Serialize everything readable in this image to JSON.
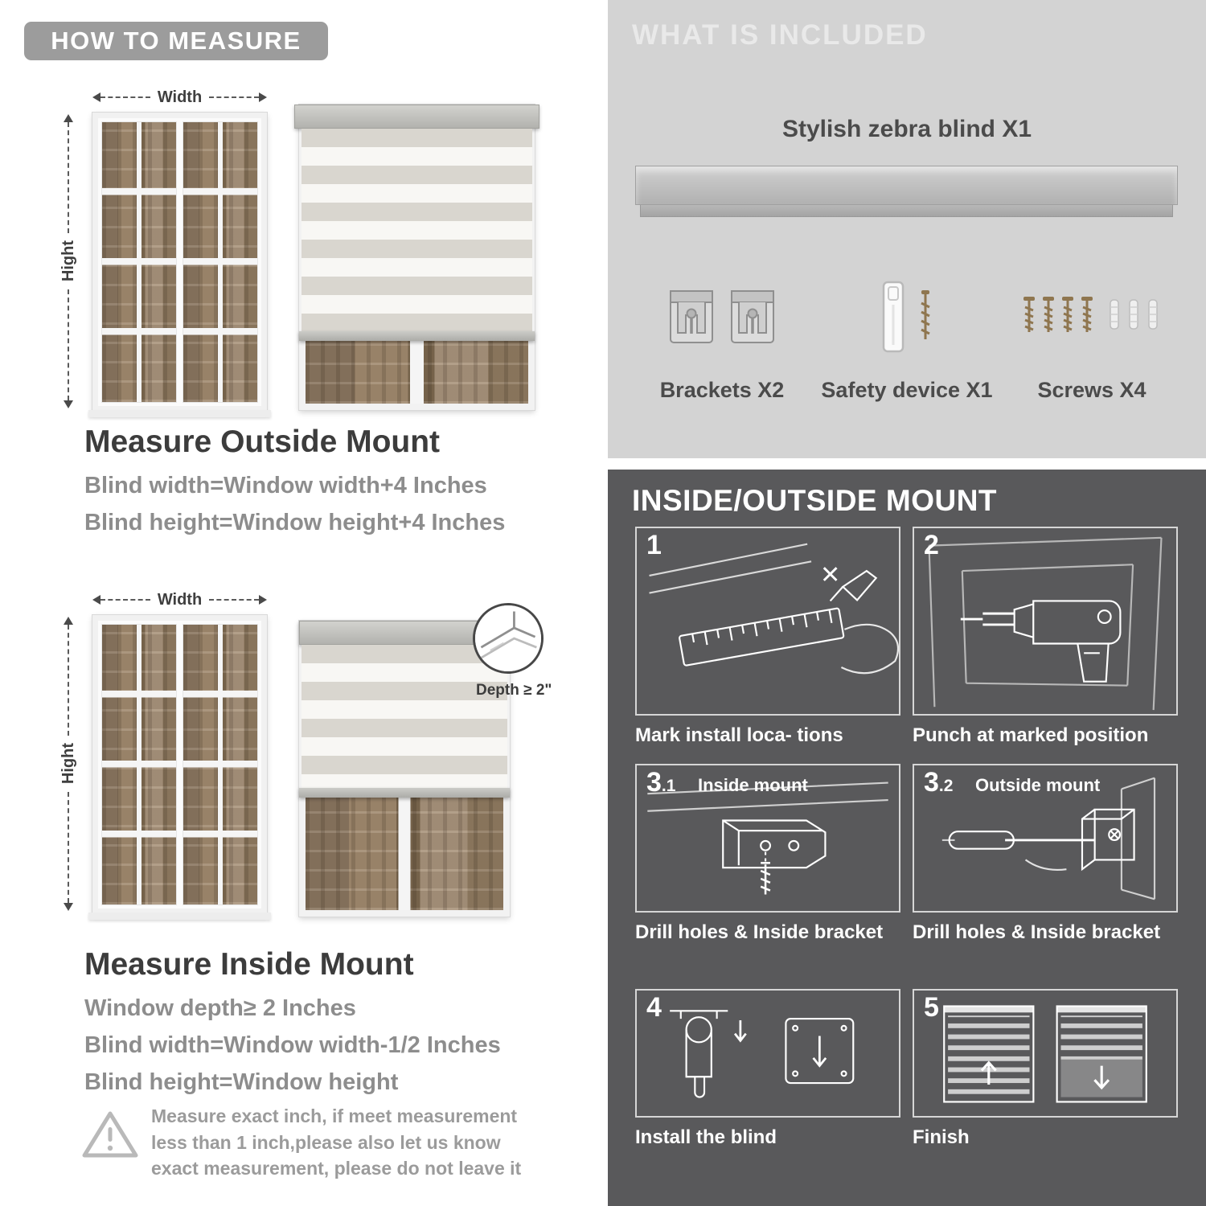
{
  "colors": {
    "badge_gray": "#9c9c9c",
    "panel_light": "#d3d3d3",
    "panel_dark": "#59595b",
    "heading_text": "#3c3c3c",
    "body_text": "#8d8d8d"
  },
  "how_to_measure": {
    "header": "HOW TO MEASURE",
    "width_label": "Width",
    "height_label": "Hight",
    "outside": {
      "title": "Measure Outside Mount",
      "line1": "Blind width=Window width+4 Inches",
      "line2": "Blind height=Window height+4 Inches"
    },
    "inside": {
      "title": "Measure Inside Mount",
      "depth_callout": "Depth ≥ 2\"",
      "line1": "Window depth≥ 2 Inches",
      "line2": "Blind width=Window width-1/2 Inches",
      "line3": "Blind height=Window height"
    },
    "warning": "Measure exact inch, if meet measurement less than 1 inch,please also let us know exact measurement, please do not leave it"
  },
  "included": {
    "header": "WHAT IS INCLUDED",
    "blind_label": "Stylish zebra blind X1",
    "items": [
      {
        "label": "Brackets X2"
      },
      {
        "label": "Safety device X1"
      },
      {
        "label": "Screws X4"
      }
    ]
  },
  "mount": {
    "header": "INSIDE/OUTSIDE MOUNT",
    "steps": [
      {
        "num": "1",
        "sub": "",
        "badge": "",
        "caption": "Mark install loca- tions"
      },
      {
        "num": "2",
        "sub": "",
        "badge": "",
        "caption": "Punch at  marked position"
      },
      {
        "num": "3",
        "sub": ".1",
        "badge": "Inside mount",
        "caption": "Drill holes &  Inside bracket"
      },
      {
        "num": "3",
        "sub": ".2",
        "badge": "Outside mount",
        "caption": "Drill holes &  Inside bracket"
      },
      {
        "num": "4",
        "sub": "",
        "badge": "",
        "caption": "Install the blind"
      },
      {
        "num": "5",
        "sub": "",
        "badge": "",
        "caption": "Finish"
      }
    ]
  }
}
